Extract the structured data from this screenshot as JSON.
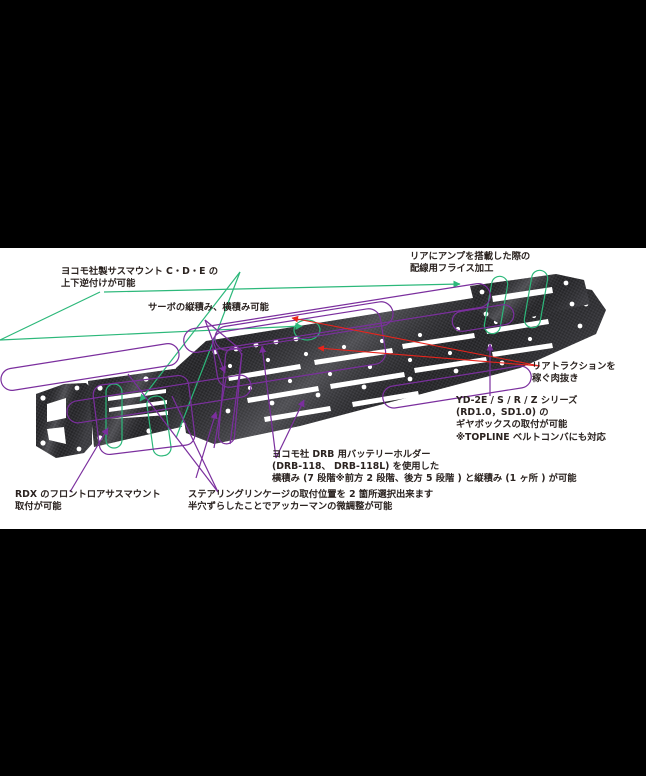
{
  "figure": {
    "background_color": "#000000",
    "panel_color": "#ffffff",
    "text_color": "#2b2320",
    "accent_green": "#2cb87a",
    "accent_purple": "#7b2f9e",
    "accent_red": "#e8241c",
    "subject": "carbon-fiber-rc-chassis",
    "title": ""
  },
  "annotations": {
    "sus_mount": {
      "name": "yokomo-sus-mount-note",
      "lines": [
        "ヨコモ社製サスマウント C・D・E の",
        "上下逆付けが可能"
      ],
      "marker_color": "#2cb87a"
    },
    "servo": {
      "name": "servo-mount-note",
      "lines": [
        "サーボの縦積み、横積み可能"
      ],
      "marker_color": "#7b2f9e"
    },
    "amp_wiring": {
      "name": "amp-wiring-mill-note",
      "lines": [
        "リアにアンプを搭載した際の",
        "配線用フライス加工"
      ],
      "marker_color": "#2cb87a"
    },
    "rear_traction": {
      "name": "rear-traction-note",
      "lines": [
        "リアトラクションを",
        "稼ぐ肉抜き"
      ],
      "marker_color": "#e8241c"
    },
    "gearbox": {
      "name": "gearbox-compat-note",
      "lines": [
        "YD-2E / S / R / Z シリーズ",
        "(RD1.0，SD1.0) の",
        "ギヤボックスの取付が可能",
        "※TOPLINE ベルトコンバにも対応"
      ],
      "marker_color": "#7b2f9e"
    },
    "battery_holder": {
      "name": "battery-holder-note",
      "lines": [
        "ヨコモ社 DRB 用バッテリーホルダー",
        "(DRB-118、 DRB-118L) を使用した",
        "横積み (7 段階※前方 2 段階、後方 5 段階 ) と縦積み (1 ヶ所 ) が可能"
      ],
      "marker_color": "#7b2f9e"
    },
    "rdx_front_lower": {
      "name": "rdx-front-lower-sus-mount-note",
      "lines": [
        "RDX のフロントロアサスマウント",
        "取付が可能"
      ],
      "marker_color": "#7b2f9e"
    },
    "steering_linkage": {
      "name": "steering-linkage-note",
      "lines": [
        "ステアリングリンケージの取付位置を 2 箇所選択出来ます",
        "半穴ずらしたことでアッカーマンの微調整が可能"
      ],
      "marker_color": "#7b2f9e"
    }
  }
}
